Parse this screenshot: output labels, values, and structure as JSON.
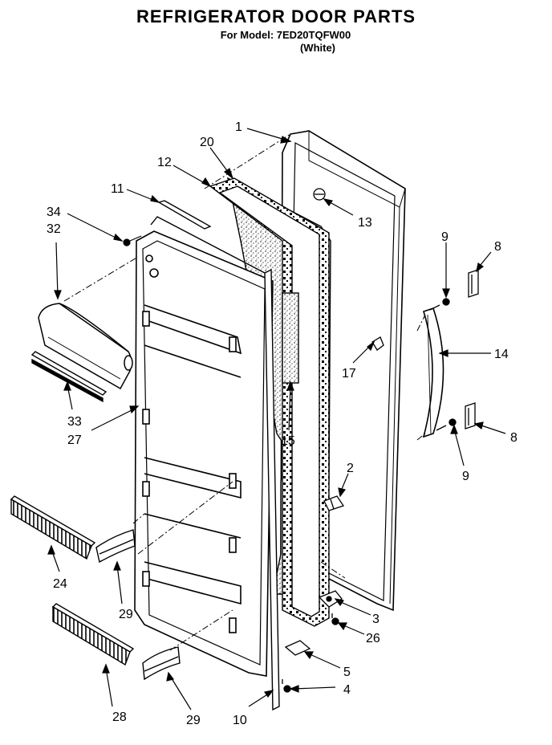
{
  "header": {
    "title": "REFRIGERATOR DOOR PARTS",
    "model_line": "For Model: 7ED20TQFW00",
    "color_line": "(White)"
  },
  "parts": [
    {
      "number": "1"
    },
    {
      "number": "20"
    },
    {
      "number": "12"
    },
    {
      "number": "11"
    },
    {
      "number": "34"
    },
    {
      "number": "32"
    },
    {
      "number": "13"
    },
    {
      "number": "9"
    },
    {
      "number": "8"
    },
    {
      "number": "14"
    },
    {
      "number": "17"
    },
    {
      "number": "33"
    },
    {
      "number": "27"
    },
    {
      "number": "15"
    },
    {
      "number": "8"
    },
    {
      "number": "9"
    },
    {
      "number": "2"
    },
    {
      "number": "24"
    },
    {
      "number": "29"
    },
    {
      "number": "3"
    },
    {
      "number": "26"
    },
    {
      "number": "5"
    },
    {
      "number": "4"
    },
    {
      "number": "28"
    },
    {
      "number": "29"
    },
    {
      "number": "10"
    }
  ]
}
